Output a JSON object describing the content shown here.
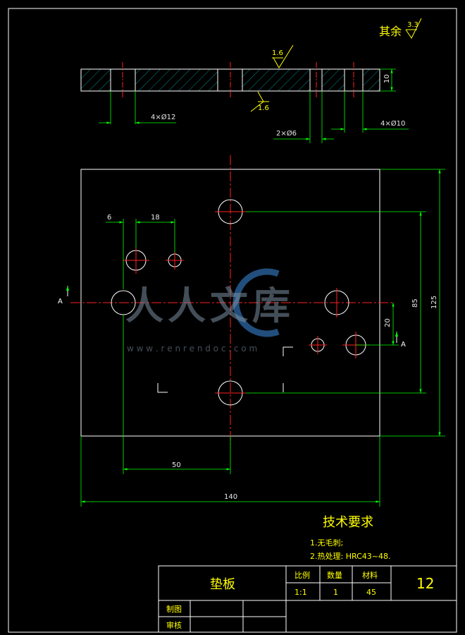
{
  "roughness": {
    "other_label": "其余",
    "other_value": "3.3",
    "surface_top": "1.6",
    "surface_bottom": "1.6"
  },
  "section_dims": {
    "holes_12": "4×Ø12",
    "holes_6": "2×Ø6",
    "holes_10": "4×Ø10",
    "thickness": "10"
  },
  "plan_dims": {
    "d6": "6",
    "d18": "18",
    "d20": "20",
    "d85": "85",
    "d125": "125",
    "d50": "50",
    "d140": "140"
  },
  "section_marks": {
    "left": "A",
    "right": "A"
  },
  "tech": {
    "title": "技术要求",
    "items": [
      "1.无毛刺;",
      "2.热处理: HRC43~48."
    ]
  },
  "title_block": {
    "part_name": "垫板",
    "scale_label": "比例",
    "scale_value": "1:1",
    "qty_label": "数量",
    "qty_value": "1",
    "material_label": "材料",
    "material_value": "45",
    "drawing_no": "12",
    "drawn_label": "制图",
    "check_label": "审核"
  },
  "watermark": {
    "text": "人人文库",
    "url": "w w w . r e n r e n d o c . c o m"
  },
  "colors": {
    "outline": "#ffffff",
    "dimension": "#00ff00",
    "center": "#ff2020",
    "text": "#ffff00",
    "hatch": "#00c0c0",
    "roughness": "#ffff00"
  }
}
